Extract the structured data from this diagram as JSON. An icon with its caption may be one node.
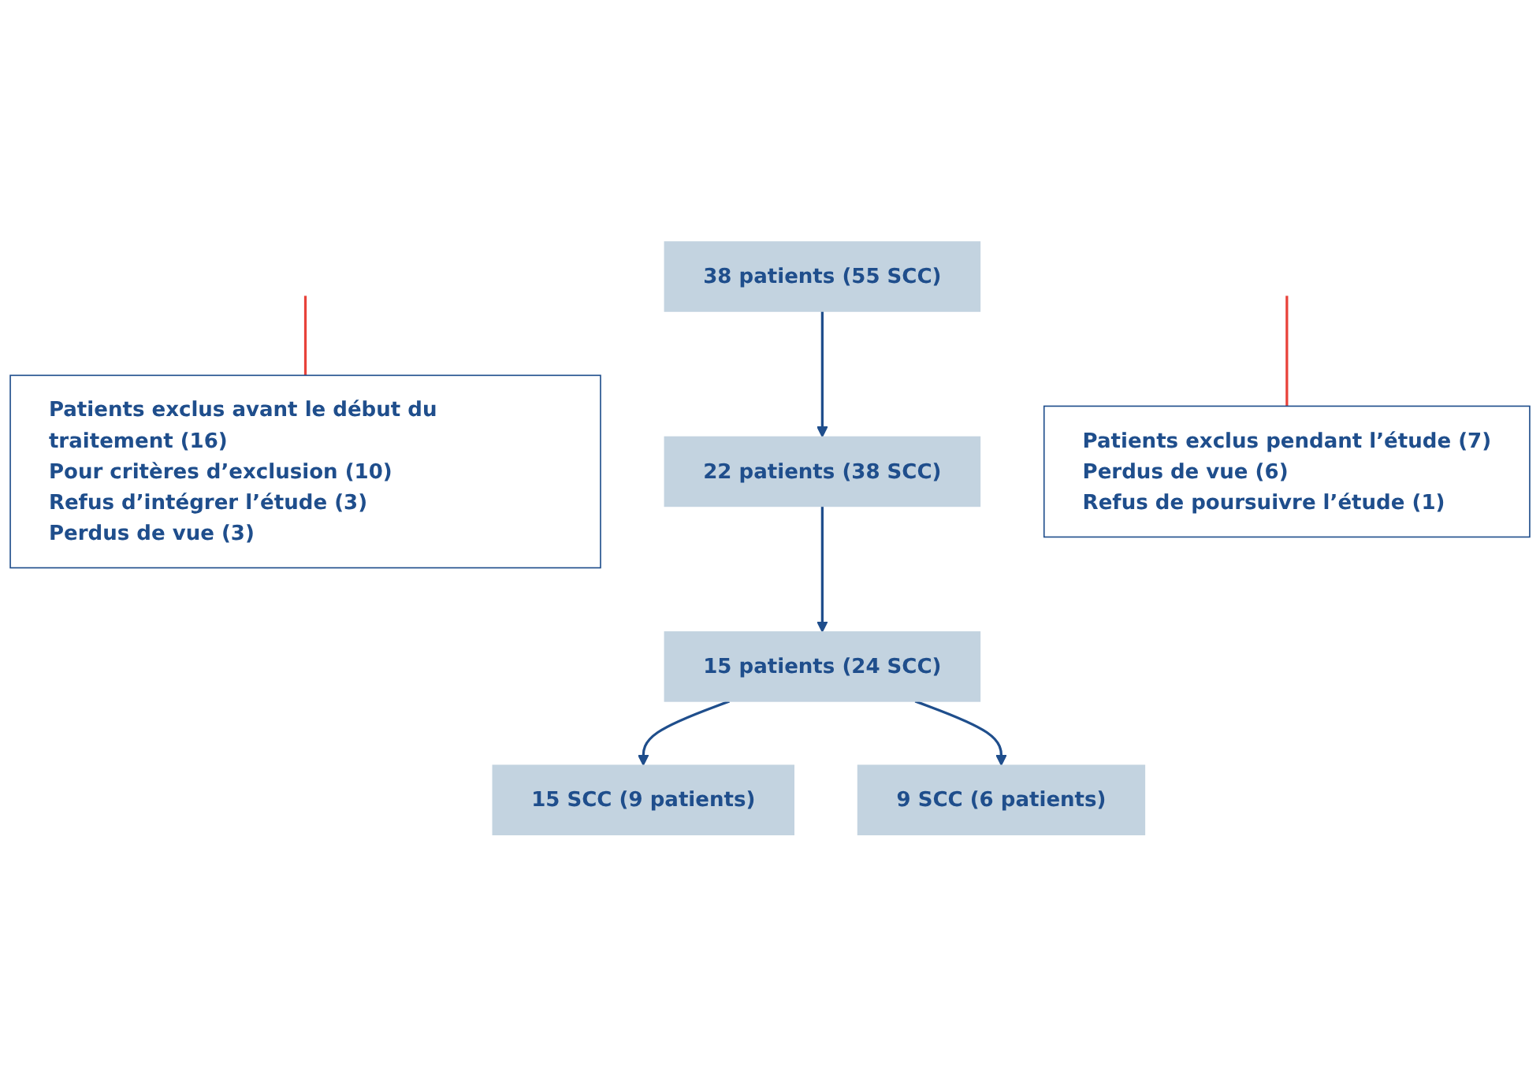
{
  "diagram": {
    "nodes": [
      {
        "text": [
          "38 patients (55 SCC)"
        ]
      },
      {
        "text": [
          "Patients exclus avant le début du traitement (16)",
          "Pour critères d’exclusion (10)",
          "Refus d’intégrer l’étude (3)",
          "Perdus de vue (3)"
        ]
      },
      {
        "text": [
          "22 patients (38 SCC)"
        ]
      },
      {
        "text": [
          "Patients exclus pendant l’étude (7)",
          "Perdus de vue (6)",
          "Refus de poursuivre l’étude (1)"
        ]
      },
      {
        "text": [
          "15 patients (24 SCC)"
        ]
      },
      {
        "text": [
          "15 SCC (9 patients)"
        ]
      },
      {
        "text": [
          "9 SCC (6 patients)"
        ]
      }
    ],
    "edges": [
      {
        "from": 0,
        "to": 2,
        "arrow": "to"
      },
      {
        "from": null,
        "to": 1,
        "arrow": "none",
        "color": "#e8423a"
      },
      {
        "from": 2,
        "to": 4,
        "arrow": "to"
      },
      {
        "from": null,
        "to": 3,
        "arrow": "none",
        "color": "#e8423a"
      },
      {
        "from": 4,
        "to": 5,
        "arrow": "to"
      },
      {
        "from": 4,
        "to": 6,
        "arrow": "to"
      }
    ]
  }
}
